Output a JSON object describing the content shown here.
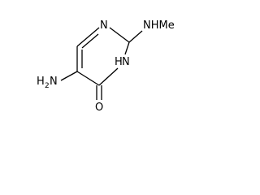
{
  "molecule": {
    "atoms": {
      "ring_n_top": "N",
      "ring_nh_h": "H",
      "ring_nh_n": "N",
      "methylamino": "NHMe",
      "amino_h": "H",
      "amino_sub": "2",
      "amino_n": "N",
      "carbonyl_o": "O"
    }
  }
}
